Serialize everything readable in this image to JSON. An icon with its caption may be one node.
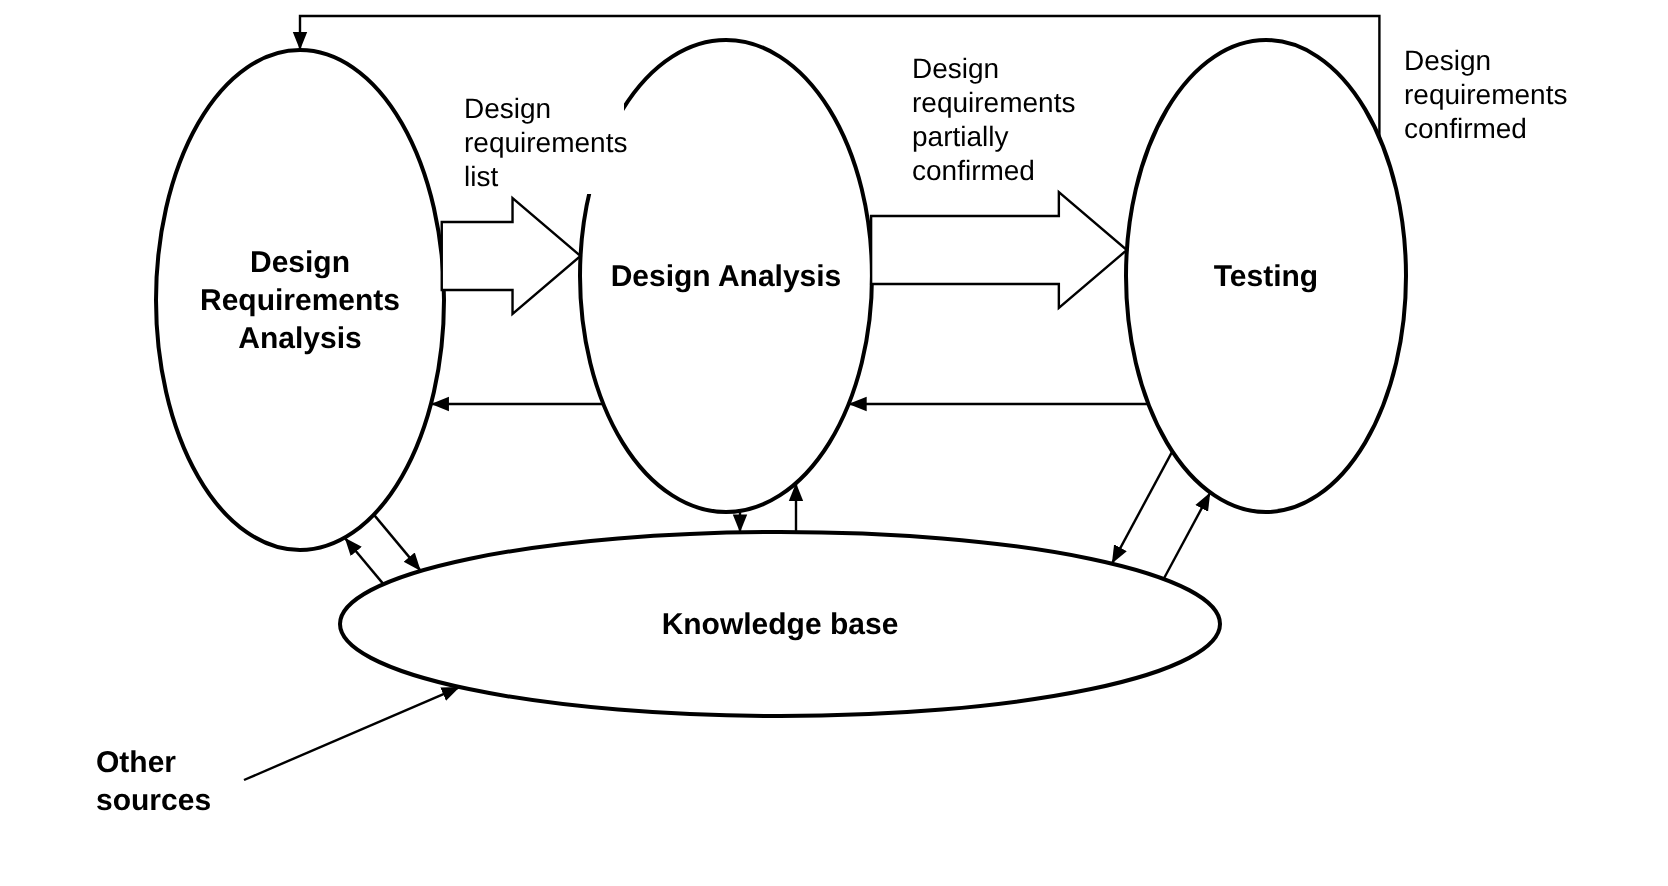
{
  "diagram": {
    "nodes": [
      {
        "text": [
          "Design Requirements Analysis"
        ]
      },
      {
        "text": [
          "Design Analysis"
        ]
      },
      {
        "text": [
          "Testing"
        ]
      },
      {
        "text": [
          "Knowledge base"
        ]
      },
      {
        "text": [
          "Other sources"
        ]
      }
    ],
    "edges": [
      {
        "from": 2,
        "to": 0,
        "arrow": "to",
        "label": "Design requirements confirmed"
      },
      {
        "from": 0,
        "to": 1,
        "arrow": "to",
        "label": "Design requirements list",
        "style": "thick"
      },
      {
        "from": 1,
        "to": 2,
        "arrow": "to",
        "label": "Design requirements partially confirmed",
        "style": "thick"
      },
      {
        "from": 1,
        "to": 0,
        "arrow": "to"
      },
      {
        "from": 2,
        "to": 1,
        "arrow": "to"
      },
      {
        "from": 3,
        "to": 0,
        "arrow": "to"
      },
      {
        "from": 0,
        "to": 3,
        "arrow": "to"
      },
      {
        "from": 1,
        "to": 3,
        "arrow": "to"
      },
      {
        "from": 3,
        "to": 1,
        "arrow": "to"
      },
      {
        "from": 2,
        "to": 3,
        "arrow": "to"
      },
      {
        "from": 3,
        "to": 2,
        "arrow": "to"
      },
      {
        "from": 4,
        "to": 3,
        "arrow": "to"
      }
    ]
  }
}
